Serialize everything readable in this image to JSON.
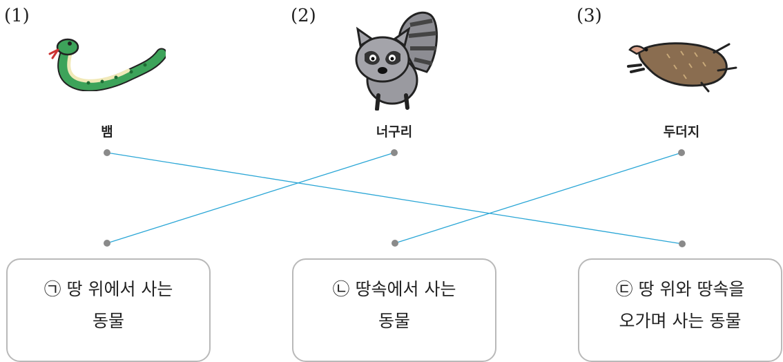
{
  "items": [
    {
      "number": "(1)",
      "name": "뱀",
      "icon": "snake-icon"
    },
    {
      "number": "(2)",
      "name": "너구리",
      "icon": "raccoon-icon"
    },
    {
      "number": "(3)",
      "name": "두더지",
      "icon": "mole-icon"
    }
  ],
  "boxes": [
    {
      "line1": "㉠ 땅 위에서 사는",
      "line2": "동물"
    },
    {
      "line1": "㉡ 땅속에서 사는",
      "line2": "동물"
    },
    {
      "line1": "㉢ 땅 위와 땅속을",
      "line2": "오가며 사는 동물"
    }
  ],
  "matches": [
    {
      "from": "(1)",
      "to": "㉢"
    },
    {
      "from": "(2)",
      "to": "㉠"
    },
    {
      "from": "(3)",
      "to": "㉡"
    }
  ],
  "colors": {
    "line": "#2aa6d6",
    "dot": "#8a8a8a",
    "box_border": "#b9b9b9"
  }
}
